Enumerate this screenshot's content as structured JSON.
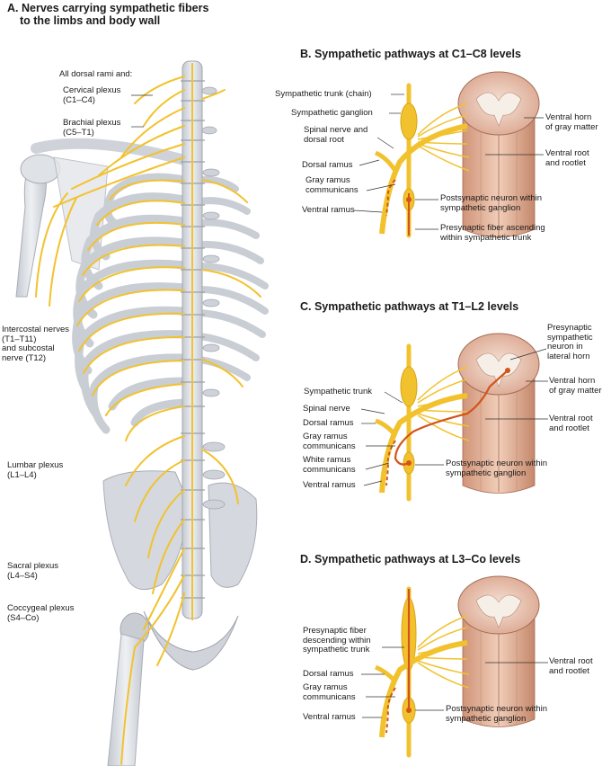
{
  "panel_a": {
    "title_line1": "A. Nerves carrying sympathetic fibers",
    "title_line2": "to the limbs and body wall",
    "intro": "All dorsal rami and:",
    "cervical": "Cervical plexus",
    "cervical_levels": "(C1–C4)",
    "brachial": "Brachial plexus",
    "brachial_levels": "(C5–T1)",
    "intercostal_1": "Intercostal nerves",
    "intercostal_2": "(T1–T11)",
    "intercostal_3": "and subcostal",
    "intercostal_4": "nerve (T12)",
    "lumbar": "Lumbar plexus",
    "lumbar_levels": "(L1–L4)",
    "sacral": "Sacral plexus",
    "sacral_levels": "(L4–S4)",
    "coccygeal": "Coccygeal plexus",
    "coccygeal_levels": "(S4–Co)"
  },
  "panel_b": {
    "title": "B. Sympathetic pathways at C1–C8 levels",
    "trunk": "Sympathetic trunk (chain)",
    "ganglion": "Sympathetic ganglion",
    "spinal_nerve_1": "Spinal nerve and",
    "spinal_nerve_2": "dorsal root",
    "dorsal_ramus": "Dorsal ramus",
    "gray_ramus_1": "Gray ramus",
    "gray_ramus_2": "communicans",
    "ventral_ramus": "Ventral ramus",
    "ventral_horn_1": "Ventral horn",
    "ventral_horn_2": "of gray matter",
    "ventral_root_1": "Ventral root",
    "ventral_root_2": "and rootlet",
    "postsynaptic_1": "Postsynaptic neuron within",
    "postsynaptic_2": "sympathetic ganglion",
    "presynaptic_1": "Presynaptic fiber ascending",
    "presynaptic_2": "within sympathetic trunk"
  },
  "panel_c": {
    "title": "C. Sympathetic pathways at T1–L2 levels",
    "presyn_1": "Presynaptic",
    "presyn_2": "sympathetic",
    "presyn_3": "neuron in",
    "presyn_4": "lateral horn",
    "trunk": "Sympathetic trunk",
    "ventral_horn_1": "Ventral horn",
    "ventral_horn_2": "of gray matter",
    "spinal_nerve": "Spinal nerve",
    "dorsal_ramus": "Dorsal ramus",
    "gray_ramus_1": "Gray ramus",
    "gray_ramus_2": "communicans",
    "ventral_root_1": "Ventral root",
    "ventral_root_2": "and rootlet",
    "white_ramus_1": "White ramus",
    "white_ramus_2": "communicans",
    "postsynaptic_1": "Postsynaptic neuron within",
    "postsynaptic_2": "sympathetic ganglion",
    "ventral_ramus": "Ventral ramus"
  },
  "panel_d": {
    "title": "D. Sympathetic pathways at L3–Co levels",
    "presyn_1": "Presynaptic fiber",
    "presyn_2": "descending within",
    "presyn_3": "sympathetic trunk",
    "ventral_root_1": "Ventral root",
    "ventral_root_2": "and rootlet",
    "dorsal_ramus": "Dorsal ramus",
    "gray_ramus_1": "Gray ramus",
    "gray_ramus_2": "communicans",
    "postsynaptic_1": "Postsynaptic neuron within",
    "postsynaptic_2": "sympathetic ganglion",
    "ventral_ramus": "Ventral ramus"
  },
  "colors": {
    "nerve": "#f2c22e",
    "nerve_dark": "#d9a514",
    "presynaptic": "#d2541a",
    "bone": "#dcdfe4",
    "bone_shade": "#b4b9c2",
    "cord": "#e6b9a4",
    "cord_gray": "#f4ece4"
  }
}
